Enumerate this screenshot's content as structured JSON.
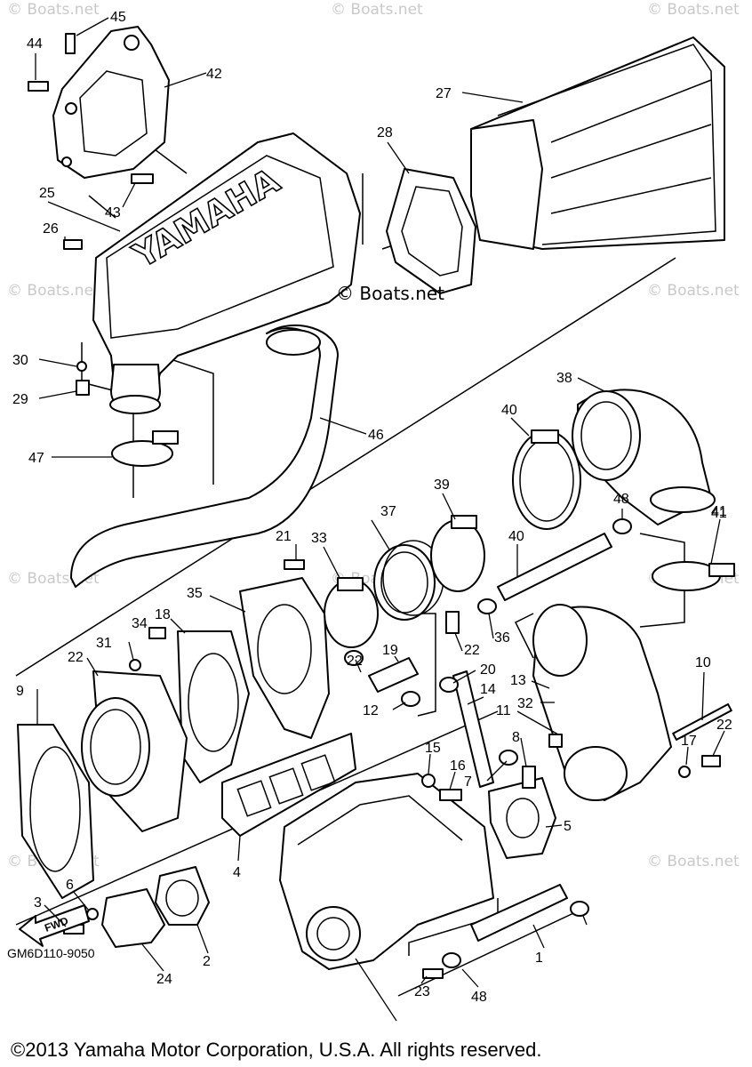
{
  "watermark": "© Boats.net",
  "center_watermark": "© Boats.net",
  "logo_text": "YAMAHA",
  "fwd_label": "FWD",
  "diagram_code": "GM6D110-9050",
  "copyright": "©2013 Yamaha Motor Corporation, U.S.A. All rights reserved.",
  "callouts": [
    "45",
    "44",
    "42",
    "27",
    "28",
    "25",
    "26",
    "43",
    "30",
    "29",
    "47",
    "46",
    "38",
    "40",
    "48",
    "41",
    "39",
    "37",
    "21",
    "40",
    "41",
    "33",
    "35",
    "34",
    "18",
    "19",
    "22",
    "36",
    "31",
    "22",
    "20",
    "22",
    "12",
    "14",
    "13",
    "10",
    "32",
    "11",
    "9",
    "8",
    "15",
    "16",
    "22",
    "17",
    "7",
    "5",
    "4",
    "6",
    "3",
    "2",
    "24",
    "23",
    "48",
    "1"
  ]
}
